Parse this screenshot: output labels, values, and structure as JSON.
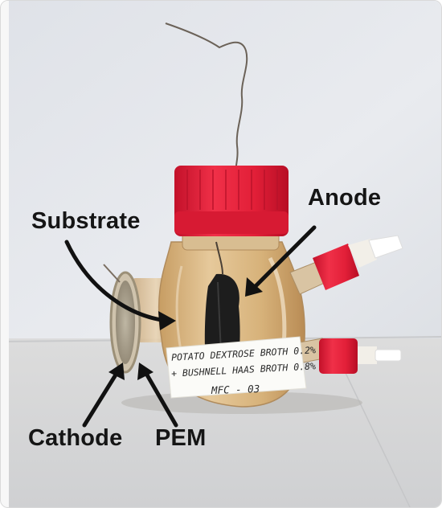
{
  "labels": {
    "substrate": "Substrate",
    "anode": "Anode",
    "cathode": "Cathode",
    "pem": "PEM"
  },
  "bottle_label": {
    "line1": "POTATO DEXTROSE BROTH 0.2%",
    "line2": "+ BUSHNELL HAAS BROTH 0.8%",
    "line3": "MFC - 03"
  },
  "colors": {
    "cap": "#e8203a",
    "liquid": "#d9b98a",
    "electrode": "#1f1f1f",
    "background": "#e6e9ee",
    "table": "#d7d8da"
  }
}
